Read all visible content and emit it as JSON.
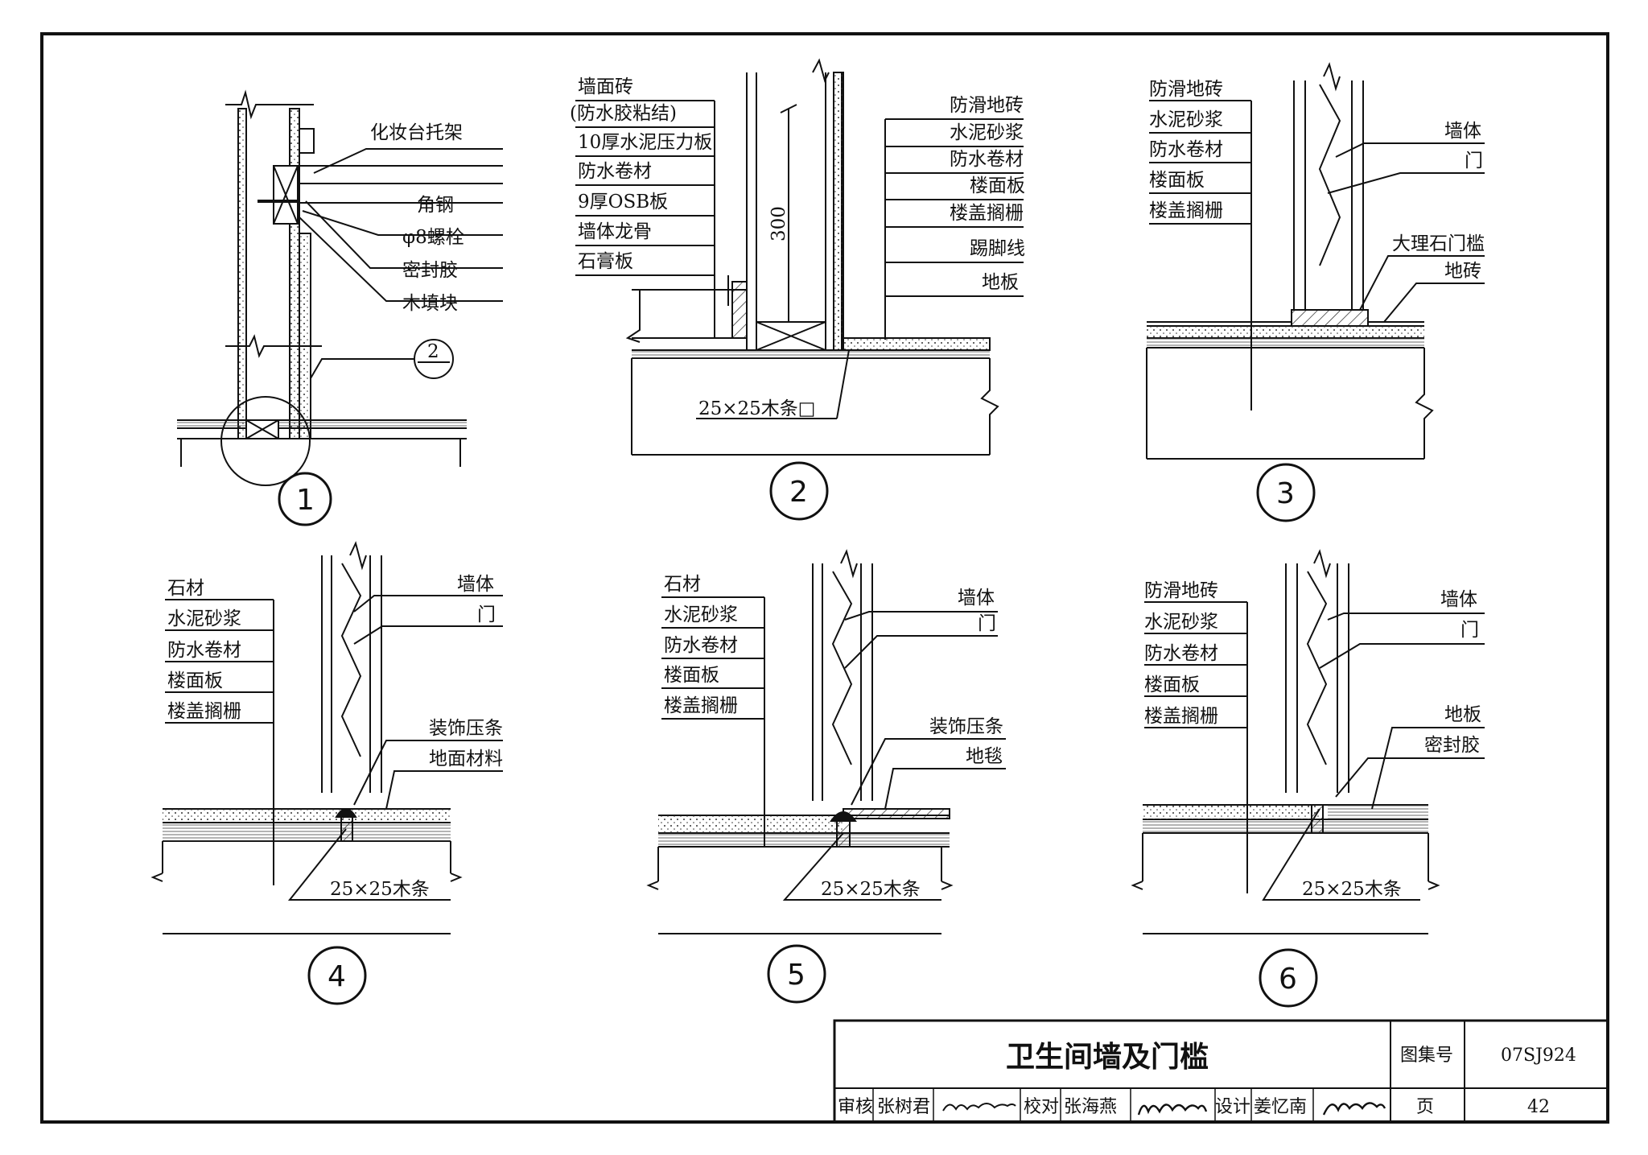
{
  "d1": {
    "labels": [
      "化妆台托架",
      "角钢",
      "φ8螺栓",
      "密封胶",
      "木填块"
    ],
    "ref_num": "2",
    "number": "1"
  },
  "d2": {
    "labels_left": [
      "墙面砖",
      "(防水胶粘结)",
      "10厚水泥压力板",
      "防水卷材",
      "9厚OSB板",
      "墙体龙骨",
      "石膏板"
    ],
    "labels_right": [
      "防滑地砖",
      "水泥砂浆",
      "防水卷材",
      "楼面板",
      "楼盖搁栅",
      "踢脚线",
      "地板"
    ],
    "dim": "300",
    "bottom_label": "25×25木条□",
    "number": "2"
  },
  "d3": {
    "labels_left": [
      "防滑地砖",
      "水泥砂浆",
      "防水卷材",
      "楼面板",
      "楼盖搁栅"
    ],
    "labels_right": [
      "墙体",
      "门",
      "大理石门槛",
      "地砖"
    ],
    "number": "3"
  },
  "d4": {
    "labels_left": [
      "石材",
      "水泥砂浆",
      "防水卷材",
      "楼面板",
      "楼盖搁栅"
    ],
    "labels_right": [
      "墙体",
      "门",
      "装饰压条",
      "地面材料"
    ],
    "bottom_label": "25×25木条",
    "number": "4"
  },
  "d5": {
    "labels_left": [
      "石材",
      "水泥砂浆",
      "防水卷材",
      "楼面板",
      "楼盖搁栅"
    ],
    "labels_right": [
      "墙体",
      "门",
      "装饰压条",
      "地毯"
    ],
    "bottom_label": "25×25木条",
    "number": "5"
  },
  "d6": {
    "labels_left": [
      "防滑地砖",
      "水泥砂浆",
      "防水卷材",
      "楼面板",
      "楼盖搁栅"
    ],
    "labels_right": [
      "墙体",
      "门",
      "地板",
      "密封胶"
    ],
    "bottom_label": "25×25木条",
    "number": "6"
  },
  "title_block": {
    "title": "卫生间墙及门槛",
    "atlas_label": "图集号",
    "atlas_no": "07SJ924",
    "review_label": "审核",
    "reviewer": "张树君",
    "check_label": "校对",
    "checker": "张海燕",
    "design_label": "设计",
    "designer": "姜忆南",
    "page_label": "页",
    "page_no": "42"
  }
}
